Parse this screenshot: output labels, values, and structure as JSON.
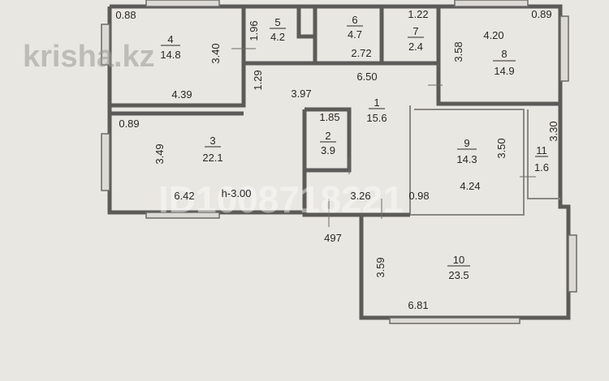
{
  "watermarks": {
    "brand": "krisha.kz",
    "listing_id": "ID1008718221"
  },
  "ceiling_height": "h-3.00",
  "rooms": [
    {
      "number": "1",
      "area": "15.6"
    },
    {
      "number": "2",
      "area": "3.9"
    },
    {
      "number": "3",
      "area": "22.1"
    },
    {
      "number": "4",
      "area": "14.8"
    },
    {
      "number": "5",
      "area": "4.2"
    },
    {
      "number": "6",
      "area": "4.7"
    },
    {
      "number": "7",
      "area": "2.4"
    },
    {
      "number": "8",
      "area": "14.9"
    },
    {
      "number": "9",
      "area": "14.3"
    },
    {
      "number": "10",
      "area": "23.5"
    },
    {
      "number": "11",
      "area": "1.6"
    }
  ],
  "dimensions": {
    "r4_top": "0.88",
    "r4_side": "3.40",
    "r4_bottom": "4.39",
    "r5_side": "1.96",
    "r7_top": "1.22",
    "r6_width": "2.72",
    "corridor_len": "6.50",
    "corridor_h": "1.29",
    "corridor_w": "3.97",
    "r8_top": "0.89",
    "r8_width": "4.20",
    "r8_side": "3.58",
    "r3_top": "0.89",
    "r3_side": "3.49",
    "r3_bottom": "6.42",
    "r2_width": "1.85",
    "hall_width": "3.26",
    "door_497": "497",
    "r9_side": "3.50",
    "r9_bottom": "4.24",
    "r9_left": "0.98",
    "r11_side": "3.30",
    "r10_side": "3.59",
    "r10_bottom": "6.81"
  }
}
